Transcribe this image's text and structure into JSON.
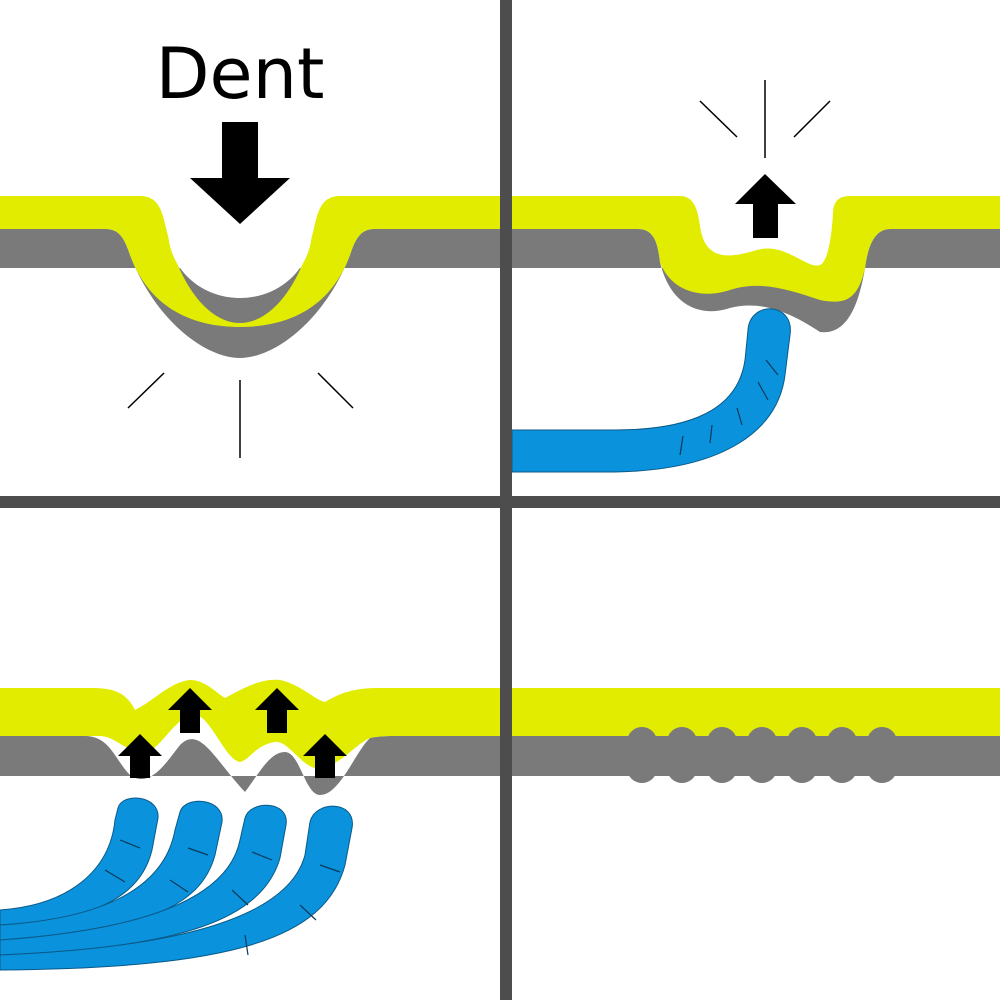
{
  "panels": [
    {
      "id": "panel-1-dent",
      "label": "Dent"
    },
    {
      "id": "panel-2-first-push"
    },
    {
      "id": "panel-3-multiple-pushes"
    },
    {
      "id": "panel-4-repaired"
    }
  ],
  "colors": {
    "paint": "#e2ec00",
    "metal": "#7a7a7a",
    "tool": "#0a92dc",
    "divider": "#4d4d4d",
    "arrow": "#000000",
    "background": "#ffffff"
  },
  "icons": [
    "down-arrow-icon",
    "up-arrow-icon",
    "impact-lines-icon",
    "pdr-tool-icon"
  ]
}
